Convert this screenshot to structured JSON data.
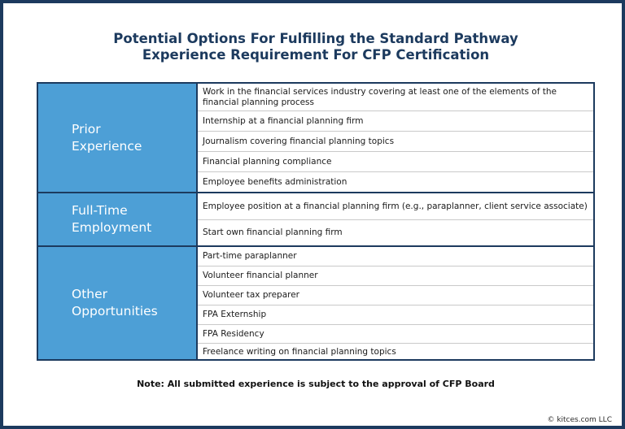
{
  "title": {
    "line1": "Potential Options For Fulfilling the Standard Pathway",
    "line2": "Experience Requirement For CFP Certification"
  },
  "groups": [
    {
      "category": "Prior\nExperience",
      "items": [
        "Work in the financial services industry covering at least one of the elements of the financial planning process",
        "Internship at a financial planning firm",
        "Journalism covering financial planning topics",
        "Financial planning compliance",
        "Employee benefits administration"
      ]
    },
    {
      "category": "Full-Time\nEmployment",
      "items": [
        "Employee position at a financial planning firm (e.g., paraplanner, client service associate)",
        "Start own financial planning firm"
      ]
    },
    {
      "category": "Other\nOpportunities",
      "items": [
        "Part-time paraplanner",
        "Volunteer financial planner",
        "Volunteer tax preparer",
        "FPA Externship",
        "FPA Residency",
        "Freelance writing on financial planning topics"
      ]
    }
  ],
  "note": "Note: All submitted experience is subject to the approval of CFP Board",
  "copyright": "© kitces.com LLC",
  "colors": {
    "navy": "#1c3a5e",
    "category_blue": "#4d9fd6"
  }
}
